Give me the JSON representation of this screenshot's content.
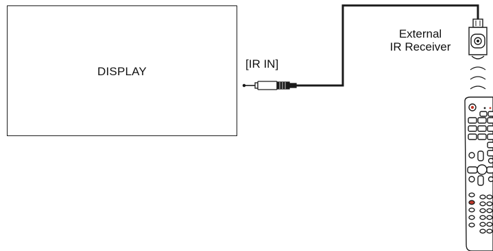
{
  "display": {
    "label": "DISPLAY"
  },
  "port": {
    "label": "[IR IN]"
  },
  "receiver": {
    "label_line1": "External",
    "label_line2": "IR Receiver"
  },
  "icons": {
    "receiver": "ir-receiver-icon",
    "signal": "ir-signal-waves-icon",
    "remote": "remote-control-icon",
    "plug": "audio-jack-plug-icon"
  },
  "colors": {
    "line": "#1a1a1a",
    "background": "#ffffff",
    "remote_accent": "#c0392b"
  }
}
